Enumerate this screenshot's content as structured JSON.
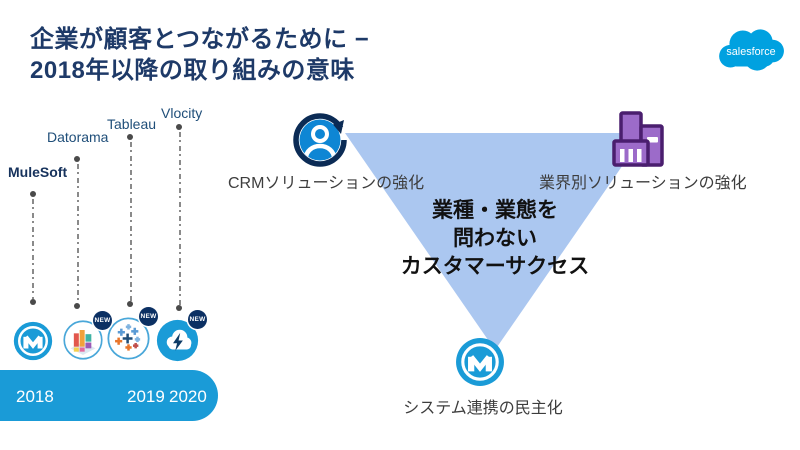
{
  "slide": {
    "title_line1": "企業が顧客とつながるために −",
    "title_line2": "2018年以降の取り組みの意味",
    "title_color": "#1e3a68",
    "background": "#ffffff"
  },
  "logo": {
    "icon": "salesforce-cloud-icon",
    "text": "salesforce",
    "color": "#00a1e0"
  },
  "timeline": {
    "items": [
      {
        "label": "MuleSoft",
        "icon": "mulesoft-logo-icon"
      },
      {
        "label": "Datorama",
        "icon": "datorama-icon",
        "badge": "NEW"
      },
      {
        "label": "Tableau",
        "icon": "tableau-icon",
        "badge": "NEW"
      },
      {
        "label": "Vlocity",
        "icon": "vlocity-icon",
        "badge": "NEW"
      }
    ],
    "years": [
      "2018",
      "2019",
      "2020"
    ],
    "bar_color": "#1a9bd7",
    "badge_color": "#0b3063"
  },
  "diagram": {
    "triangle_color": "#abc7f0",
    "top_left": {
      "icon": "crm-user-icon",
      "label": "CRMソリューションの強化"
    },
    "top_right": {
      "icon": "buildings-icon",
      "label": "業界別ソリューションの強化"
    },
    "bottom": {
      "icon": "mulesoft-icon",
      "label": "システム連携の民主化"
    },
    "center_lines": [
      "業種・業態を",
      "問わない",
      "カスタマーサクセス"
    ]
  }
}
